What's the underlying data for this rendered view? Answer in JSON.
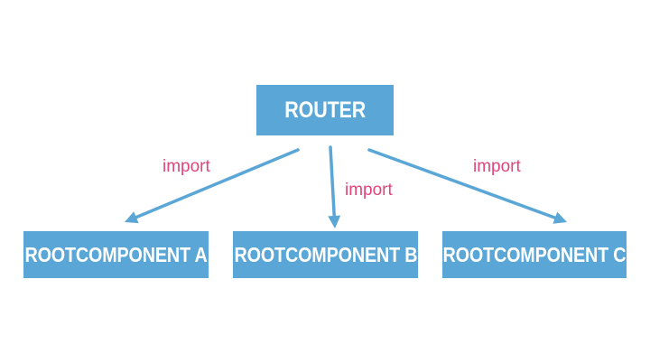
{
  "colors": {
    "box_fill": "#5aa6d6",
    "box_text": "#ffffff",
    "arrow": "#5aa6d6",
    "edge_label": "#e0457b"
  },
  "nodes": {
    "router": "ROUTER",
    "a": "ROOTCOMPONENT A",
    "b": "ROOTCOMPONENT B",
    "c": "ROOTCOMPONENT C"
  },
  "edges": [
    {
      "from": "router",
      "to": "a",
      "label": "import"
    },
    {
      "from": "router",
      "to": "b",
      "label": "import"
    },
    {
      "from": "router",
      "to": "c",
      "label": "import"
    }
  ]
}
